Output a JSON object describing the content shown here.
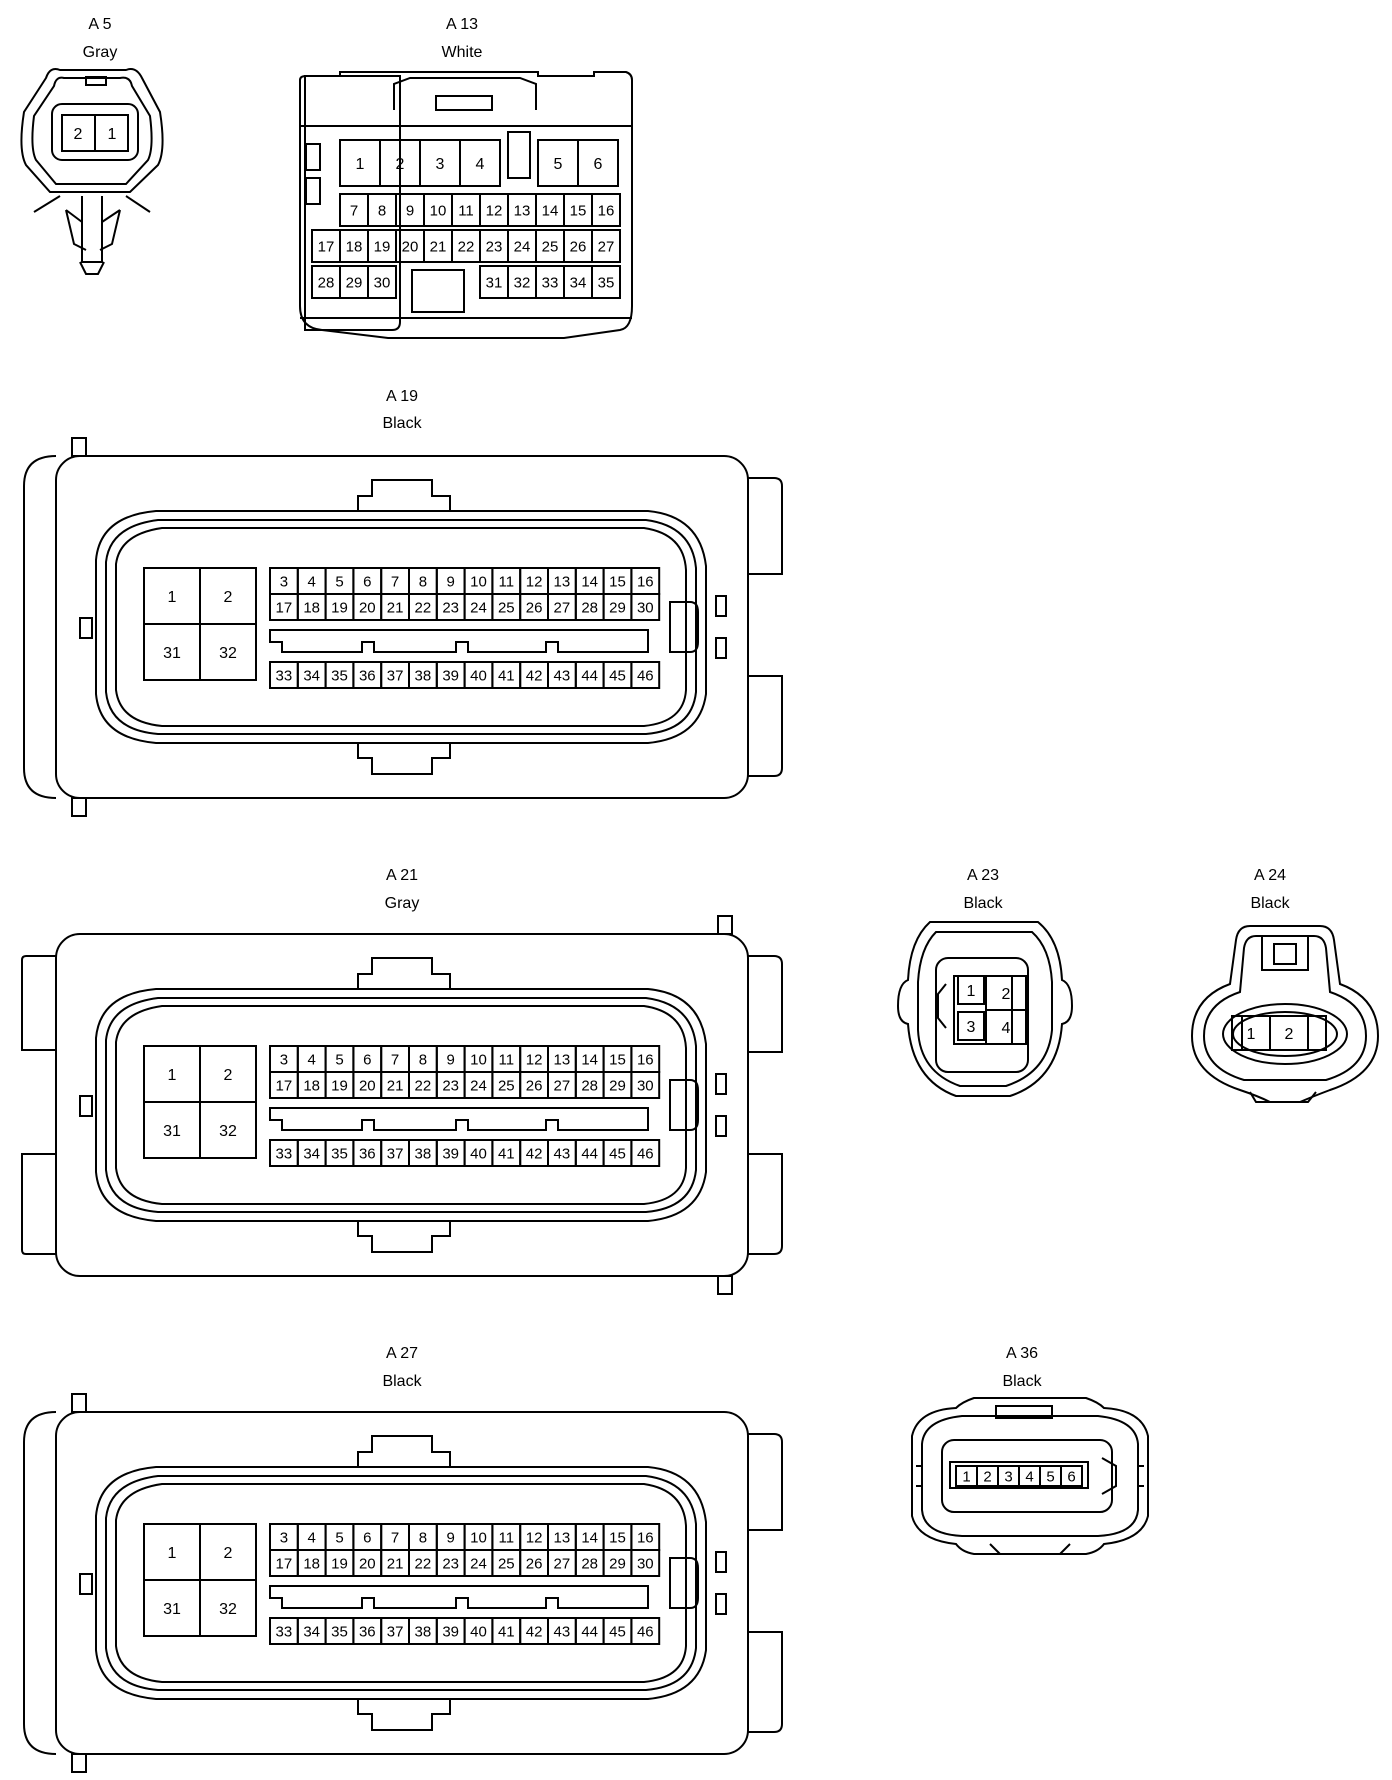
{
  "connectors": {
    "a5": {
      "code": "A 5",
      "color": "Gray",
      "pins": [
        "2",
        "1"
      ]
    },
    "a13": {
      "code": "A 13",
      "color": "White",
      "pins": [
        "1",
        "2",
        "3",
        "4",
        "5",
        "6",
        "7",
        "8",
        "9",
        "10",
        "11",
        "12",
        "13",
        "14",
        "15",
        "16",
        "17",
        "18",
        "19",
        "20",
        "21",
        "22",
        "23",
        "24",
        "25",
        "26",
        "27",
        "28",
        "29",
        "30",
        "31",
        "32",
        "33",
        "34",
        "35"
      ]
    },
    "a19": {
      "code": "A 19",
      "color": "Black"
    },
    "a21": {
      "code": "A 21",
      "color": "Gray"
    },
    "a27": {
      "code": "A 27",
      "color": "Black"
    },
    "a23": {
      "code": "A 23",
      "color": "Black",
      "pins": [
        "1",
        "2",
        "3",
        "4"
      ]
    },
    "a24": {
      "code": "A 24",
      "color": "Black",
      "pins": [
        "1",
        "2"
      ]
    },
    "a36": {
      "code": "A 36",
      "color": "Black",
      "pins": [
        "1",
        "2",
        "3",
        "4",
        "5",
        "6"
      ]
    }
  },
  "ecu_pins": {
    "big": [
      "1",
      "2",
      "31",
      "32"
    ],
    "row1": [
      "3",
      "4",
      "5",
      "6",
      "7",
      "8",
      "9",
      "10",
      "11",
      "12",
      "13",
      "14",
      "15",
      "16"
    ],
    "row2": [
      "17",
      "18",
      "19",
      "20",
      "21",
      "22",
      "23",
      "24",
      "25",
      "26",
      "27",
      "28",
      "29",
      "30"
    ],
    "row3": [
      "33",
      "34",
      "35",
      "36",
      "37",
      "38",
      "39",
      "40",
      "41",
      "42",
      "43",
      "44",
      "45",
      "46"
    ]
  }
}
